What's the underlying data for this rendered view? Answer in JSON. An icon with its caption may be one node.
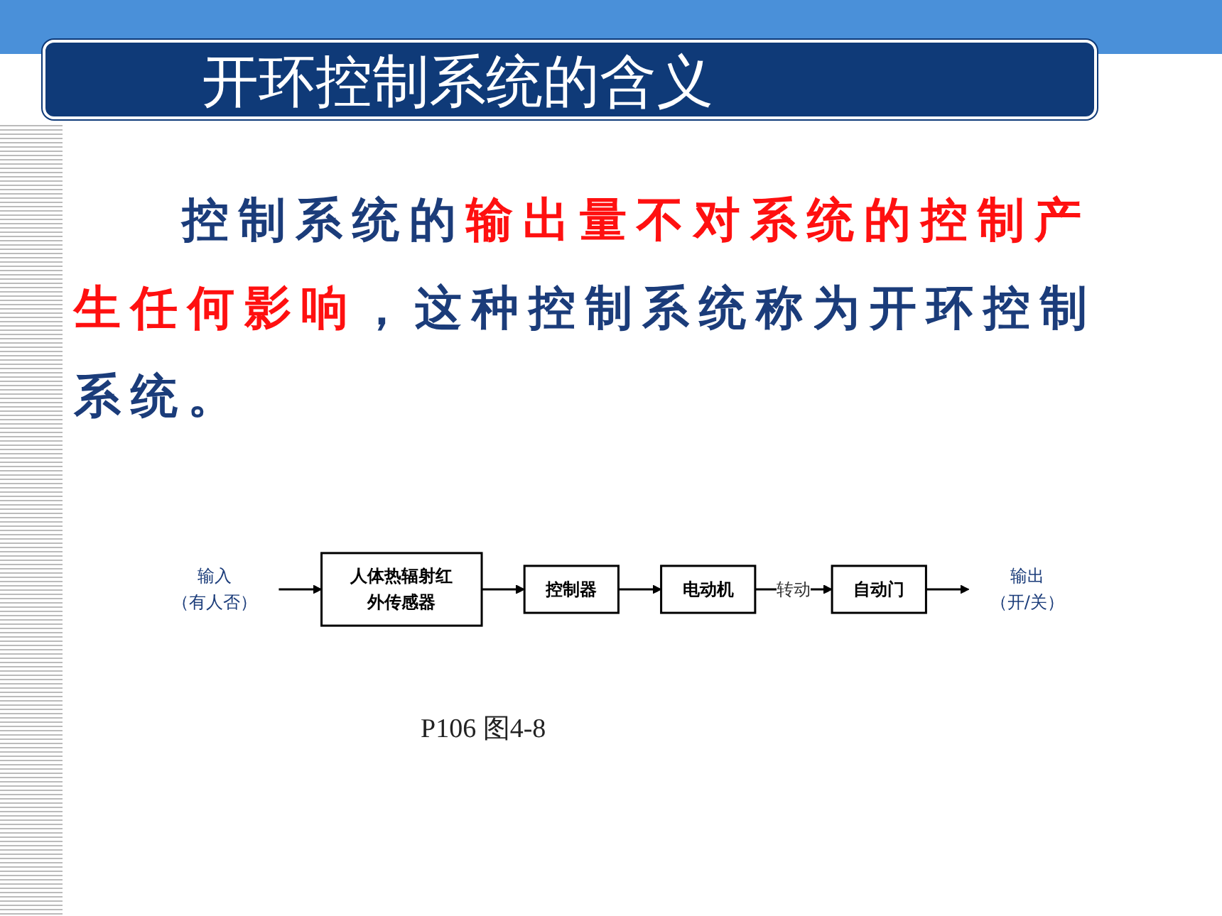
{
  "diagram": {
    "title": "开环控制系统的含义",
    "caption": "P106 图4-8",
    "nodes": [
      {
        "text": [
          "输入"
        ],
        "beside": [
          "（有人否）"
        ]
      },
      {
        "text": [
          "人体热辐射红外传感器"
        ]
      },
      {
        "text": [
          "控制器"
        ]
      },
      {
        "text": [
          "电动机"
        ]
      },
      {
        "text": [
          "自动门"
        ]
      },
      {
        "text": [
          "输出"
        ],
        "beside": [
          "（开/关）"
        ]
      }
    ],
    "edges": [
      {
        "from": 0,
        "to": 1,
        "arrow": "to"
      },
      {
        "from": 1,
        "to": 2,
        "arrow": "to"
      },
      {
        "from": 2,
        "to": 3,
        "arrow": "to"
      },
      {
        "from": 3,
        "to": 4,
        "arrow": "to",
        "label": "转动"
      },
      {
        "from": 4,
        "to": 5,
        "arrow": "to"
      }
    ],
    "labels": [
      "控制系统的",
      "输出量不对系统的控制产生任何影响",
      "，这种控制系统称为开环控制系统。"
    ]
  }
}
